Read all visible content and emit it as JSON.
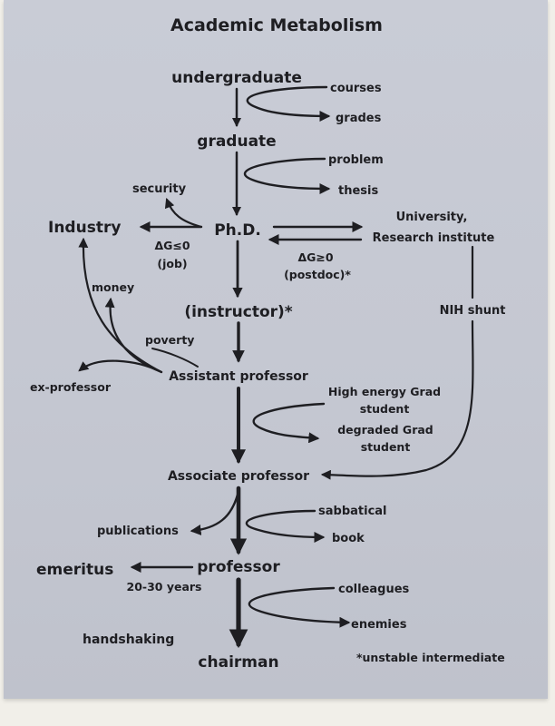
{
  "title": "Academic Metabolism",
  "stages": {
    "undergraduate": "undergraduate",
    "graduate": "graduate",
    "phd": "Ph.D.",
    "instructor": "(instructor)*",
    "assistant": "Assistant professor",
    "associate": "Associate professor",
    "professor": "professor",
    "chairman": "chairman"
  },
  "side_labels": {
    "courses": "courses",
    "grades": "grades",
    "problem": "problem",
    "thesis": "thesis",
    "security": "security",
    "industry": "Industry",
    "dg_job": "ΔG≤0",
    "job": "(job)",
    "university_1": "University,",
    "university_2": "Research institute",
    "dg_postdoc": "ΔG≥0",
    "postdoc": "(postdoc)*",
    "money": "money",
    "nih_shunt": "NIH shunt",
    "poverty": "poverty",
    "ex_professor": "ex-professor",
    "high_energy_1": "High energy Grad",
    "high_energy_2": "student",
    "degraded_1": "degraded Grad",
    "degraded_2": "student",
    "sabbatical": "sabbatical",
    "publications": "publications",
    "book": "book",
    "emeritus": "emeritus",
    "years": "20-30 years",
    "colleagues": "colleagues",
    "enemies": "enemies",
    "handshaking": "handshaking",
    "footnote": "*unstable intermediate"
  }
}
